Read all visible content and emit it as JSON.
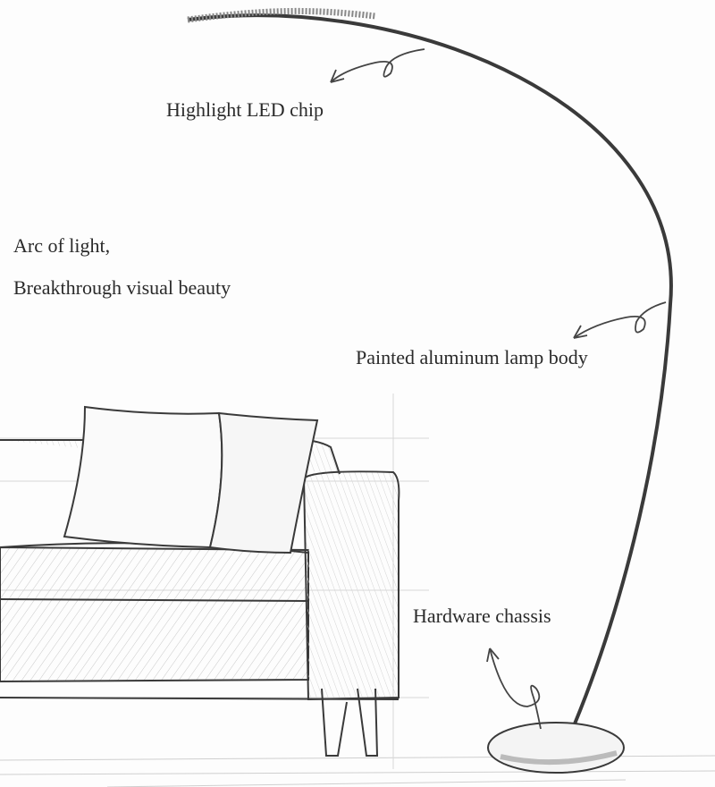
{
  "labels": {
    "led_chip": "Highlight LED chip",
    "tagline_1": "Arc of light,",
    "tagline_2": "Breakthrough visual beauty",
    "lamp_body": "Painted aluminum lamp body",
    "chassis": "Hardware chassis"
  },
  "colors": {
    "ink": "#3a3a3a",
    "shade": "#b8b8b8",
    "paper": "#fdfdfd"
  }
}
